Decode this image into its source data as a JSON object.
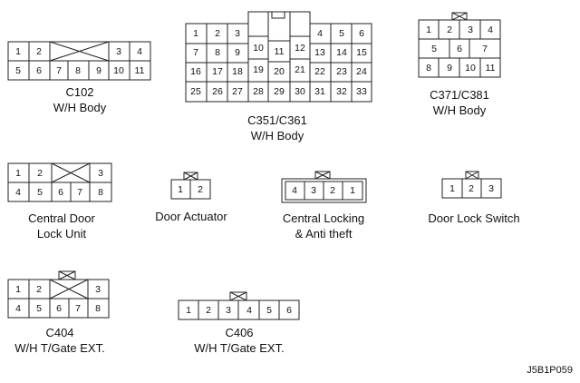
{
  "connectors": {
    "c102": {
      "caption": [
        "C102",
        "W/H Body"
      ],
      "pins_top": [
        "1",
        "2",
        "3",
        "4"
      ],
      "pins_bottom": [
        "5",
        "6",
        "7",
        "8",
        "9",
        "10",
        "11"
      ]
    },
    "c351": {
      "caption": [
        "C351/C361",
        "W/H Body"
      ],
      "pins": [
        "1",
        "2",
        "3",
        "4",
        "5",
        "6",
        "7",
        "8",
        "9",
        "10",
        "11",
        "12",
        "13",
        "14",
        "15",
        "16",
        "17",
        "18",
        "19",
        "20",
        "21",
        "22",
        "23",
        "24",
        "25",
        "26",
        "27",
        "28",
        "29",
        "30",
        "31",
        "32",
        "33"
      ]
    },
    "c371": {
      "caption": [
        "C371/C381",
        "W/H Body"
      ],
      "pins": [
        "1",
        "2",
        "3",
        "4",
        "5",
        "6",
        "7",
        "8",
        "9",
        "10",
        "11"
      ]
    },
    "central_door_lock_unit": {
      "caption": [
        "Central Door",
        "Lock Unit"
      ],
      "pins": [
        "1",
        "2",
        "3",
        "4",
        "5",
        "6",
        "7",
        "8"
      ]
    },
    "door_actuator": {
      "caption": [
        "Door Actuator"
      ],
      "pins": [
        "1",
        "2"
      ]
    },
    "central_locking": {
      "caption": [
        "Central Locking",
        "& Anti theft"
      ],
      "pins": [
        "4",
        "3",
        "2",
        "1"
      ]
    },
    "door_lock_switch": {
      "caption": [
        "Door Lock Switch"
      ],
      "pins": [
        "1",
        "2",
        "3"
      ]
    },
    "c404": {
      "caption": [
        "C404",
        "W/H T/Gate EXT."
      ],
      "pins": [
        "1",
        "2",
        "3",
        "4",
        "5",
        "6",
        "7",
        "8"
      ]
    },
    "c406": {
      "caption": [
        "C406",
        "W/H T/Gate EXT."
      ],
      "pins": [
        "1",
        "2",
        "3",
        "4",
        "5",
        "6"
      ]
    }
  },
  "figure_code": "J5B1P059"
}
